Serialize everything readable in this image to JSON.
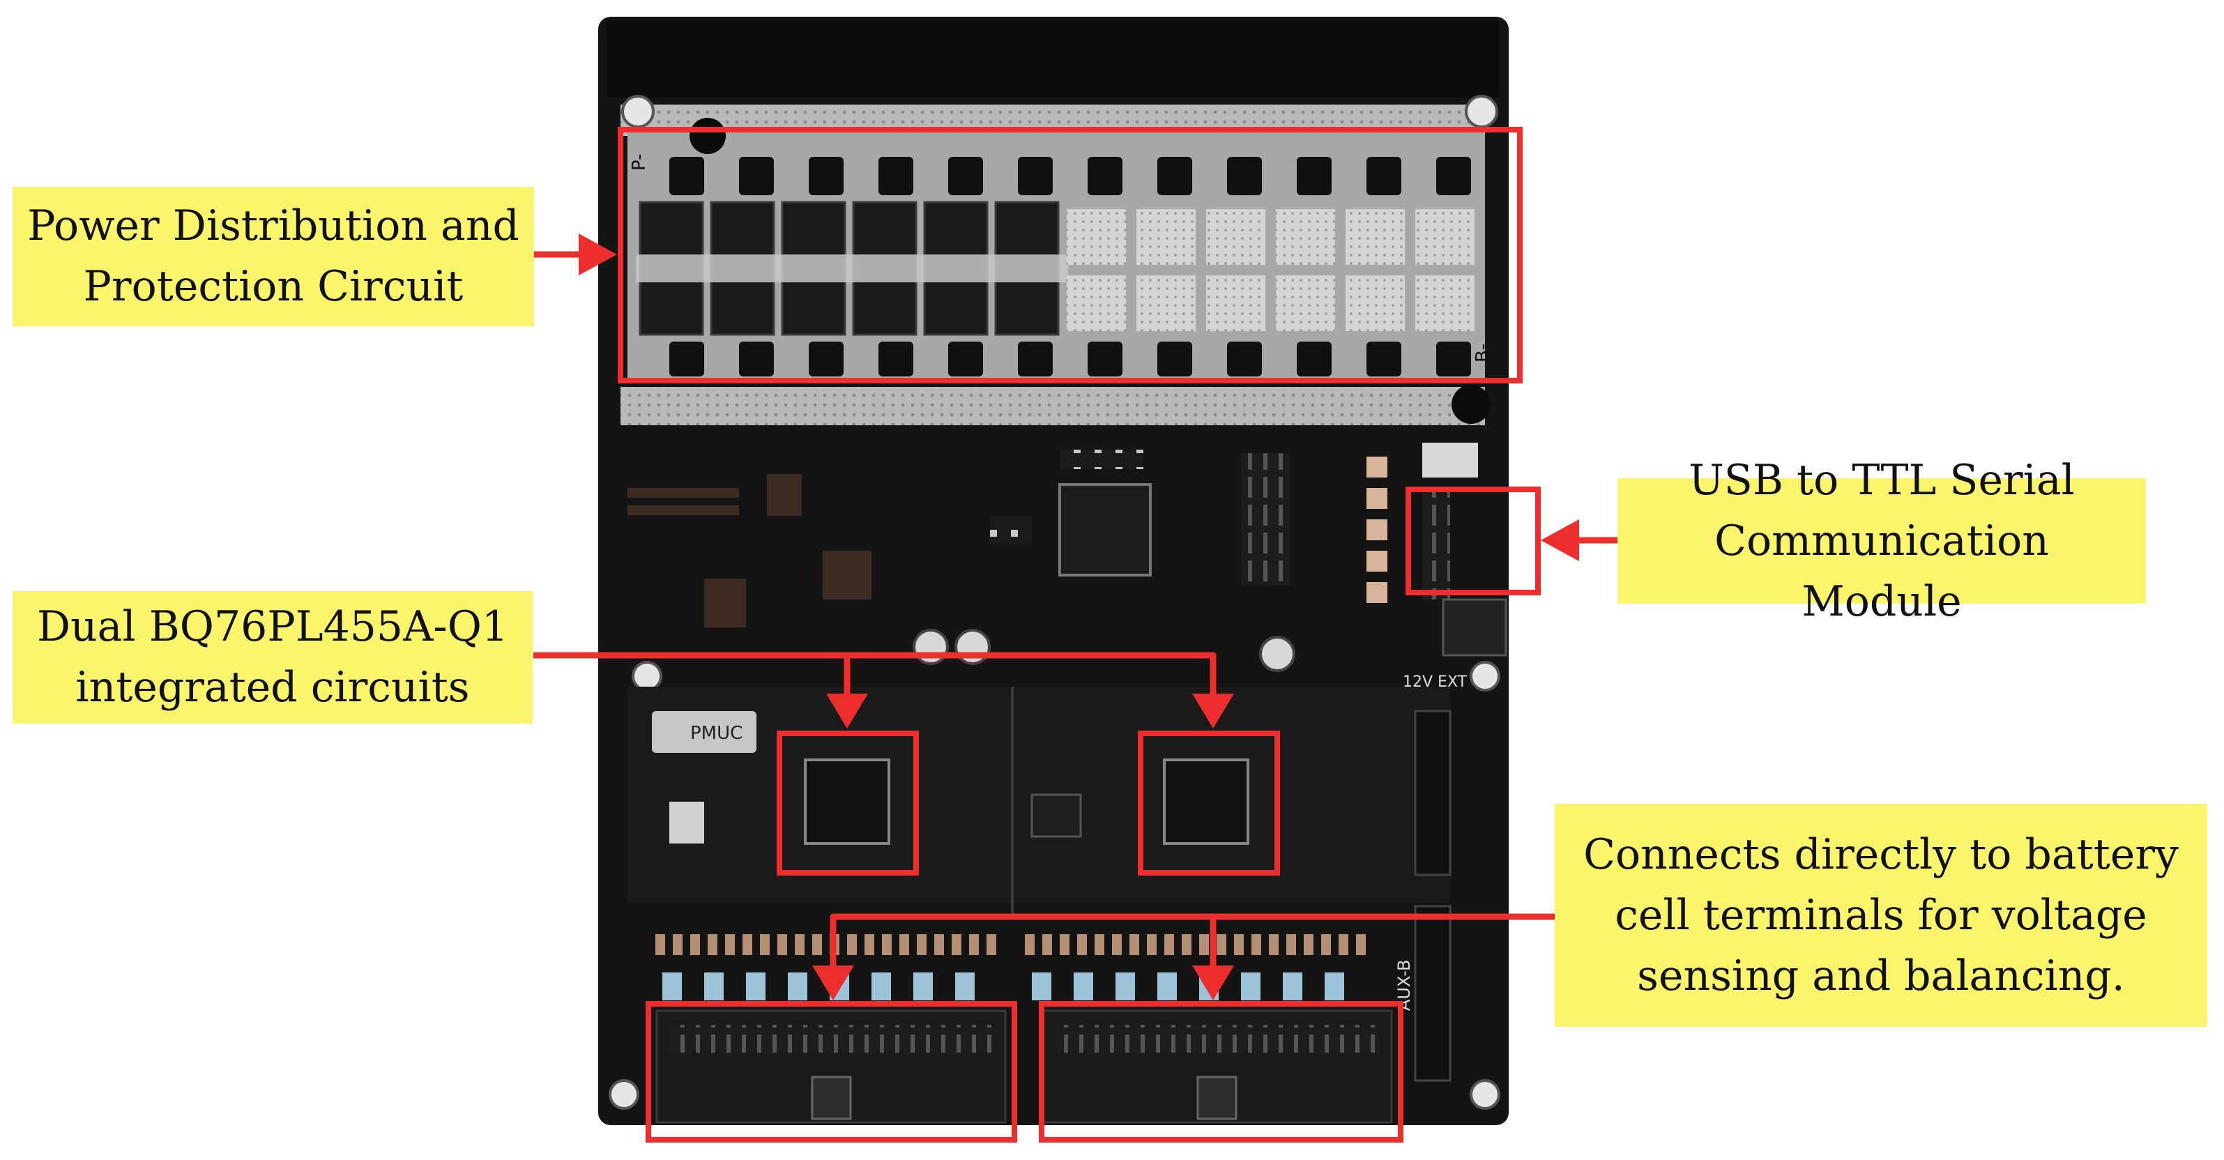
{
  "callouts": {
    "power": "Power Distribution and\nProtection Circuit",
    "dual_bq": "Dual BQ76PL455A-Q1\nintegrated circuits",
    "usb": "USB to TTL Serial\nCommunication Module",
    "connects": "Connects directly to battery\ncell terminals for voltage\nsensing and balancing."
  },
  "board": {
    "logo": "PMUC",
    "label_p_minus": "P-",
    "label_b_minus": "B-",
    "label_12v_ext": "12V EXT",
    "label_aux_b": "AUX-B"
  },
  "colors": {
    "highlight_red": "#ee2d2d",
    "callout_yellow": "#fbf56b",
    "pcb_black": "#141414",
    "busbar_silver": "#b9b9b9"
  }
}
